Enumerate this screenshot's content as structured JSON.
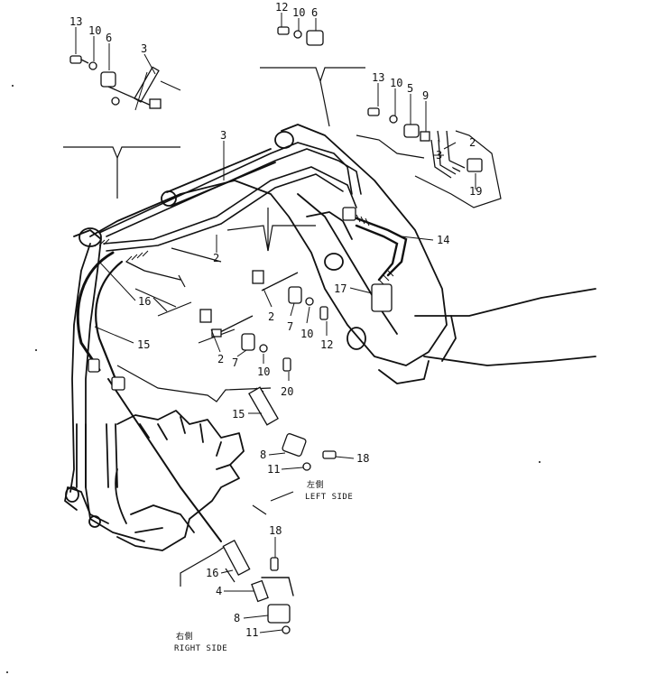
{
  "figure": {
    "callouts": {
      "c1": "13",
      "c2": "10",
      "c3": "6",
      "c4": "3",
      "c5": "12",
      "c6": "10",
      "c7": "6",
      "c8": "13",
      "c9": "10",
      "c10": "5",
      "c11": "9",
      "c12": "2",
      "c13": "3",
      "c14": "19",
      "c15": "3",
      "c16": "14",
      "c17": "2",
      "c18": "17",
      "c19": "16",
      "c20": "15",
      "c21": "2",
      "c22": "7",
      "c23": "10",
      "c24": "12",
      "c25": "2",
      "c26": "7",
      "c27": "10",
      "c28": "20",
      "c29": "15",
      "c30": "8",
      "c31": "18",
      "c32": "11",
      "c33": "18",
      "c34": "16",
      "c35": "4",
      "c36": "8",
      "c37": "11"
    },
    "left_side_jp": "左側",
    "left_side_en": "LEFT SIDE",
    "right_side_jp": "右側",
    "right_side_en": "RIGHT SIDE"
  }
}
